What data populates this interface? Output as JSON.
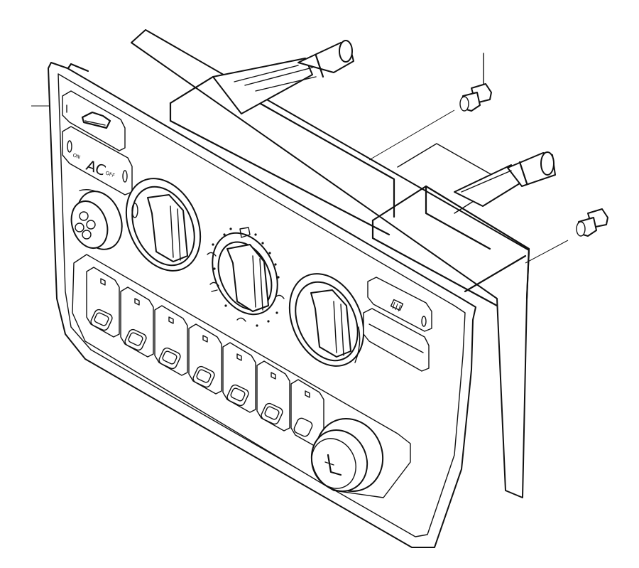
{
  "diagram": {
    "panel_labels": {
      "ac": "AC",
      "on": "ON",
      "off": "OFF"
    },
    "icons": [
      "car-roof-icon",
      "fan-icon",
      "rear-defrost-icon",
      "windshield-defrost-icon",
      "seat-heater-icon",
      "air-distribution-icon"
    ],
    "callouts": [
      {
        "id": "panel-callout"
      },
      {
        "id": "bulb-upper-callout"
      },
      {
        "id": "bulb-lower-callout"
      }
    ]
  }
}
